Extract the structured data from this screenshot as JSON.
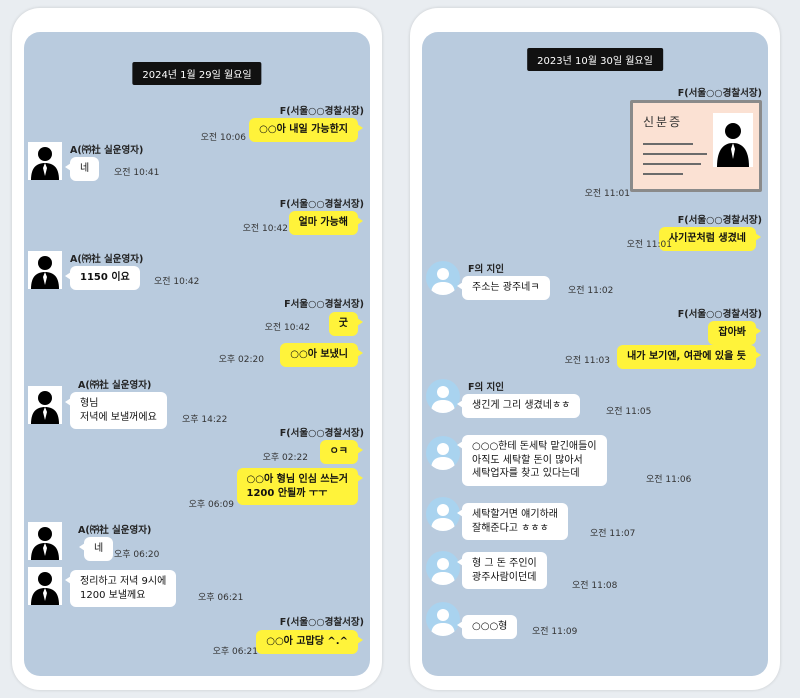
{
  "left": {
    "date": "2024년 1월 29일 월요일",
    "messages": [
      {
        "side": "right",
        "sender": "F(서울○○경찰서장)",
        "text": "○○아 내일 가능한지",
        "time": "오전 10:06"
      },
      {
        "side": "left",
        "sender": "A(㈜社 실운영자)",
        "text": "네",
        "time": "오전 10:41"
      },
      {
        "side": "right",
        "sender": "F(서울○○경찰서장)",
        "text": "얼마 가능해",
        "time": "오전 10:42"
      },
      {
        "side": "left",
        "sender": "A(㈜社 실운영자)",
        "text": "1150 이요",
        "time": "오전 10:42"
      },
      {
        "side": "right",
        "sender": "F서울○○경찰서장)",
        "text": "굿",
        "time": "오전 10:42"
      },
      {
        "side": "right",
        "sender": "",
        "text": "○○아 보냈니",
        "time": "오후 02:20"
      },
      {
        "side": "left",
        "sender": "A(㈜社 실운영자)",
        "text": "형님\n저녁에 보낼꺼에요",
        "time": "오후 14:22"
      },
      {
        "side": "right",
        "sender": "F(서울○○경찰서장)",
        "text": "ㅇㅋ",
        "time": "오후 02:22"
      },
      {
        "side": "right",
        "sender": "",
        "text": "○○아 형님 인심 쓰는거\n1200 안될까 ㅜㅜ",
        "time": "오후 06:09"
      },
      {
        "side": "left",
        "sender": "A(㈜社 실운영자)",
        "text": "네",
        "time": "오후 06:20"
      },
      {
        "side": "left",
        "sender": "",
        "text": "정리하고 저녁 9시에\n1200 보낼께요",
        "time": "오후 06:21"
      },
      {
        "side": "right",
        "sender": "F(서울○○경찰서장)",
        "text": "○○아 고맙당 ^.^",
        "time": "오후 06:21"
      }
    ]
  },
  "right": {
    "date": "2023년 10월 30일 월요일",
    "id_card": {
      "sender": "F(서울○○경찰서장)",
      "title": "신분증",
      "time": "오전 11:01"
    },
    "messages": [
      {
        "side": "right",
        "sender": "F(서울○○경찰서장)",
        "text": "사기꾼처럼 생겼네",
        "time": "오전 11:01"
      },
      {
        "side": "left",
        "sender": "F의 지인",
        "text": "주소는 광주네ㅋ",
        "time": "오전 11:02"
      },
      {
        "side": "right",
        "sender": "F(서울○○경찰서장)",
        "text": "잡아봐",
        "time": ""
      },
      {
        "side": "right",
        "sender": "",
        "text": "내가 보기엔, 여관에 있을 듯",
        "time": "오전 11:03"
      },
      {
        "side": "left",
        "sender": "F의 지인",
        "text": "생긴게 그리 생겼네ㅎㅎ",
        "time": "오전 11:05"
      },
      {
        "side": "left",
        "sender": "",
        "text": "○○○한테 돈세탁 맡긴애들이\n아직도 세탁할 돈이 많아서\n세탁업자를 찾고 있다는데",
        "time": "오전 11:06"
      },
      {
        "side": "left",
        "sender": "",
        "text": "세탁할거면 얘기하래\n잘해준다고 ㅎㅎㅎ",
        "time": "오전 11:07"
      },
      {
        "side": "left",
        "sender": "",
        "text": "형 그 돈 주인이\n광주사람이던데",
        "time": "오전 11:08"
      },
      {
        "side": "left",
        "sender": "",
        "text": "○○○형",
        "time": "오전 11:09"
      }
    ]
  }
}
